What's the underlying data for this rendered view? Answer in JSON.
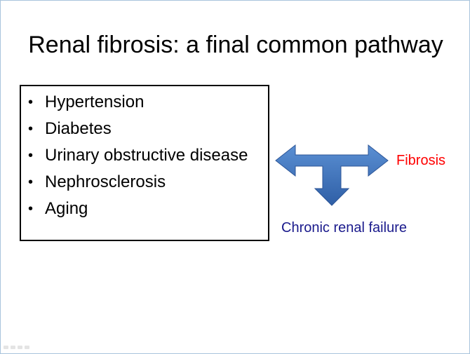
{
  "slide": {
    "title": "Renal fibrosis: a final common pathway",
    "causes": [
      "Hypertension",
      "Diabetes",
      "Urinary obstructive disease",
      "Nephrosclerosis",
      "Aging"
    ],
    "bullet_char": "•",
    "outcome_right": "Fibrosis",
    "outcome_down": "Chronic renal failure"
  },
  "colors": {
    "arrow": "#3e72b8",
    "fibrosis_label": "#ff0000",
    "crf_label": "#1a1a8c"
  }
}
